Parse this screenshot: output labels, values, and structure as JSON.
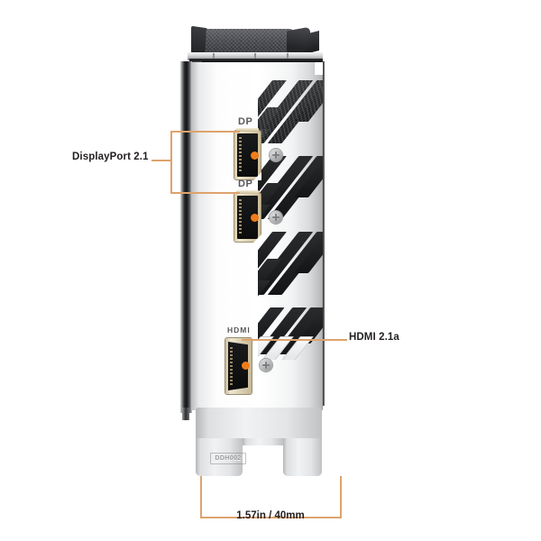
{
  "diagram": {
    "subject": "graphics-card-io-bracket",
    "annotations": [
      {
        "id": "displayport",
        "label": "DisplayPort 2.1",
        "position": "left"
      },
      {
        "id": "hdmi",
        "label": "HDMI 2.1a",
        "position": "right"
      }
    ],
    "dimension": {
      "label": "1.57in / 40mm",
      "inches": "1.57in",
      "millimeters": "40mm"
    }
  },
  "ports": [
    {
      "id": "dp-top",
      "silk": "DP",
      "type": "DisplayPort",
      "spec": "2.1"
    },
    {
      "id": "dp-bottom",
      "silk": "DP",
      "type": "DisplayPort",
      "spec": "2.1"
    },
    {
      "id": "hdmi",
      "silk": "HDMI",
      "type": "HDMI",
      "spec": "2.1a"
    }
  ],
  "bracket": {
    "stamp": "DDH002"
  },
  "colors": {
    "callout_line": "#dda36d",
    "hotspot_dot": "#ef7c1a",
    "label_text": "#231f20",
    "silkscreen_text": "#58595b",
    "bracket_metal": "#ffffff",
    "vent_dark": "#141516",
    "background": "#ffffff"
  }
}
